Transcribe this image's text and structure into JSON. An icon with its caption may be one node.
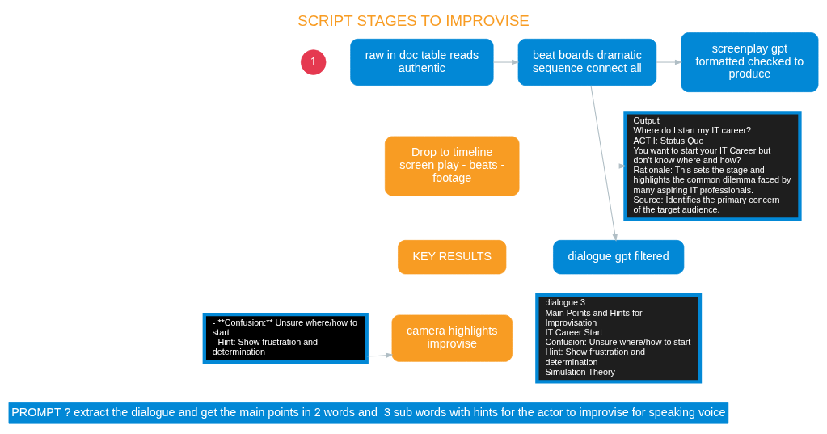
{
  "diagram": {
    "title": "SCRIPT STAGES TO IMPROVISE",
    "caption": "PROMPT ? extract the dialogue and get the main points in 2 words and  3 sub words with hints for the actor to improvise for speaking voice",
    "nodes": [
      {
        "text": [
          "raw in doc table reads authentic"
        ]
      },
      {
        "text": [
          "beat boards dramatic sequence connect all"
        ]
      },
      {
        "text": [
          "screenplay gpt formatted checked to produce"
        ]
      },
      {
        "text": [
          "Drop to timeline screen play - beats - footage"
        ]
      },
      {
        "text": [
          "Output",
          "Where do I start my IT career?",
          "ACT I: Status Quo",
          "You want to start your IT Career but don't know where and how?",
          "Rationale: This sets the stage and highlights the common dilemma faced by many aspiring IT professionals.",
          "Source: Identifies the primary concern of the target audience."
        ]
      },
      {
        "text": [
          "dialogue gpt filtered"
        ]
      },
      {
        "text": [
          "KEY RESULTS"
        ]
      },
      {
        "text": [
          "- **Confusion:** Unsure where/how to start",
          "- Hint: Show frustration and determination"
        ]
      },
      {
        "text": [
          "dialogue 3",
          "Main Points and Hints for Improvisation",
          "IT Career Start",
          "Confusion: Unsure where/how to start",
          "Hint: Show frustration and determination",
          "Simulation Theory"
        ]
      },
      {
        "text": [
          "camera highlights improvise"
        ]
      }
    ],
    "edges": [
      {
        "from": 0,
        "to": 1,
        "arrow": "to"
      },
      {
        "from": 1,
        "to": 2,
        "arrow": "to"
      },
      {
        "from": 1,
        "to": 5,
        "arrow": "to"
      },
      {
        "from": 3,
        "to": 4,
        "arrow": "to"
      },
      {
        "from": 7,
        "to": 9,
        "arrow": "to"
      }
    ],
    "labels": [
      "1"
    ]
  }
}
